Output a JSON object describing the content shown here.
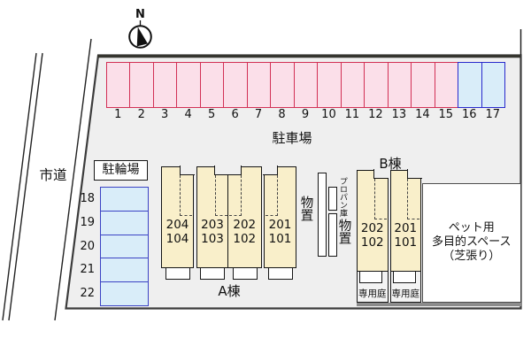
{
  "compass": {
    "label": "N"
  },
  "road": {
    "label": "市道"
  },
  "parking": {
    "label": "駐車場",
    "stalls": [
      {
        "label": "1",
        "color": "pink"
      },
      {
        "label": "2",
        "color": "pink"
      },
      {
        "label": "3",
        "color": "pink"
      },
      {
        "label": "4",
        "color": "pink"
      },
      {
        "label": "5",
        "color": "pink"
      },
      {
        "label": "6",
        "color": "pink"
      },
      {
        "label": "7",
        "color": "pink"
      },
      {
        "label": "8",
        "color": "pink"
      },
      {
        "label": "9",
        "color": "pink"
      },
      {
        "label": "10",
        "color": "pink"
      },
      {
        "label": "11",
        "color": "pink"
      },
      {
        "label": "12",
        "color": "pink"
      },
      {
        "label": "13",
        "color": "pink"
      },
      {
        "label": "14",
        "color": "pink"
      },
      {
        "label": "15",
        "color": "pink"
      },
      {
        "label": "16",
        "color": "blue"
      },
      {
        "label": "17",
        "color": "blue"
      }
    ]
  },
  "bicycle": {
    "label": "駐輪場",
    "stalls": [
      "18",
      "19",
      "20",
      "21",
      "22"
    ]
  },
  "building_a": {
    "label": "A棟",
    "units": [
      {
        "number_top": "204",
        "number_bottom": "104",
        "stairs": "right"
      },
      {
        "number_top": "203",
        "number_bottom": "103",
        "stairs": "right"
      },
      {
        "number_top": "202",
        "number_bottom": "102",
        "stairs": "left"
      },
      {
        "number_top": "201",
        "number_bottom": "101",
        "stairs": "left"
      }
    ]
  },
  "building_b": {
    "label": "B棟",
    "units": [
      {
        "number_top": "202",
        "number_bottom": "102",
        "stairs": "right",
        "garden_label": "専用庭"
      },
      {
        "number_top": "201",
        "number_bottom": "101",
        "stairs": "right",
        "garden_label": "専用庭"
      }
    ]
  },
  "storage": {
    "left_label": "物置",
    "propane_label": "プロパン庫",
    "right_label": "物置"
  },
  "pet_area": {
    "lines": [
      "ペット用",
      "多目的スペース",
      "（芝張り）"
    ]
  },
  "colors": {
    "site_fill": "#efefef",
    "stall_pink_fill": "#fbdfe9",
    "stall_pink_border": "#d23055",
    "stall_blue_fill": "#d9edf9",
    "stall_blue_border": "#2929cc",
    "building_fill": "#f9efca",
    "outline": "#3c3c3c"
  }
}
